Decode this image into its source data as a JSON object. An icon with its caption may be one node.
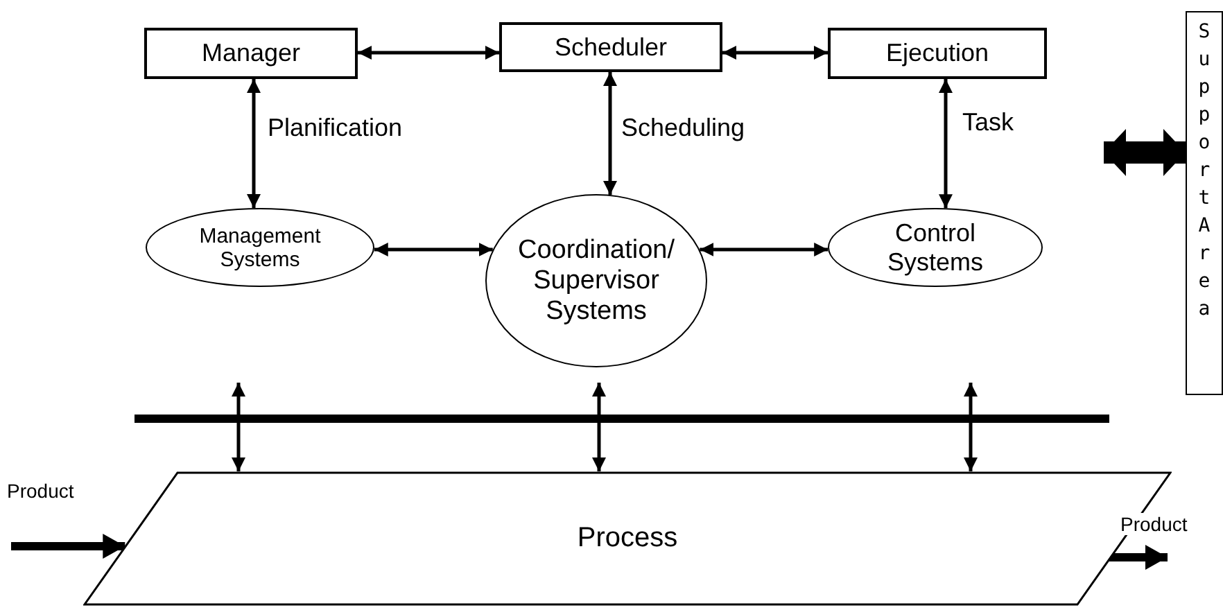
{
  "diagram": {
    "nodes": [
      {
        "text": [
          "Manager"
        ]
      },
      {
        "text": [
          "Scheduler"
        ]
      },
      {
        "text": [
          "Ejecution"
        ]
      },
      {
        "text": [
          "Support Area"
        ]
      },
      {
        "text": [
          "Management Systems"
        ]
      },
      {
        "text": [
          "Coordination/ Supervisor Systems"
        ]
      },
      {
        "text": [
          "Control Systems"
        ]
      },
      {
        "text": [],
        "shape": "bar"
      },
      {
        "text": [
          "Process"
        ]
      }
    ],
    "edges": [
      {
        "from": 0,
        "to": 1,
        "arrow": "both"
      },
      {
        "from": 1,
        "to": 2,
        "arrow": "both"
      },
      {
        "from": 0,
        "to": 4,
        "arrow": "both",
        "label": "Planification"
      },
      {
        "from": 1,
        "to": 5,
        "arrow": "both",
        "label": "Scheduling"
      },
      {
        "from": 2,
        "to": 6,
        "arrow": "both",
        "label": "Task"
      },
      {
        "from": 4,
        "to": 5,
        "arrow": "both"
      },
      {
        "from": 5,
        "to": 6,
        "arrow": "both"
      },
      {
        "from": null,
        "to": 3,
        "arrow": "both",
        "style": "thick"
      },
      {
        "from": 7,
        "to": 8,
        "arrow": "both"
      },
      {
        "from": 7,
        "to": 8,
        "arrow": "both"
      },
      {
        "from": 7,
        "to": 8,
        "arrow": "both"
      },
      {
        "from": null,
        "to": 8,
        "arrow": "to",
        "label": "Product",
        "style": "thick"
      },
      {
        "from": 8,
        "to": null,
        "arrow": "to",
        "label": "Product",
        "style": "thick"
      }
    ]
  }
}
